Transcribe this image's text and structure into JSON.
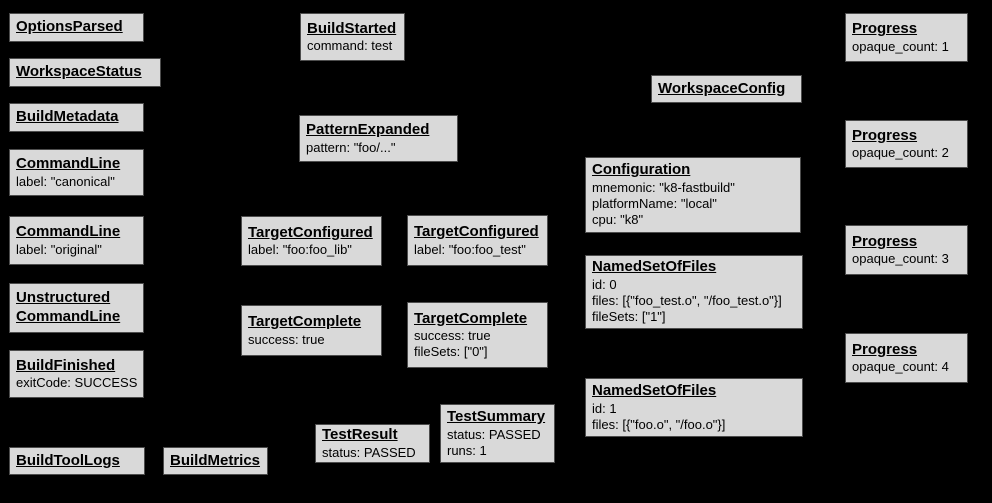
{
  "colors": {
    "background": "#000000",
    "node_fill": "#d9d9d9",
    "node_border": "#4d4d4d",
    "text": "#000000"
  },
  "nodes": {
    "options_parsed": {
      "title": "OptionsParsed"
    },
    "workspace_status": {
      "title": "WorkspaceStatus"
    },
    "build_metadata": {
      "title": "BuildMetadata"
    },
    "command_line_canonical": {
      "title": "CommandLine",
      "line1": "label: \"canonical\""
    },
    "command_line_original": {
      "title": "CommandLine",
      "line1": "label: \"original\""
    },
    "unstructured_command_line": {
      "title_line1": "Unstructured",
      "title_line2": "CommandLine"
    },
    "build_finished": {
      "title": "BuildFinished",
      "line1": "exitCode: SUCCESS"
    },
    "build_tool_logs": {
      "title": "BuildToolLogs"
    },
    "build_metrics": {
      "title": "BuildMetrics"
    },
    "build_started": {
      "title": "BuildStarted",
      "line1": "command: test"
    },
    "pattern_expanded": {
      "title": "PatternExpanded",
      "line1": "pattern: \"foo/...\""
    },
    "target_configured_lib": {
      "title": "TargetConfigured",
      "line1": "label: \"foo:foo_lib\""
    },
    "target_configured_test": {
      "title": "TargetConfigured",
      "line1": "label: \"foo:foo_test\""
    },
    "target_complete_lib": {
      "title": "TargetComplete",
      "line1": "success: true"
    },
    "target_complete_test": {
      "title": "TargetComplete",
      "line1": "success: true",
      "line2": "fileSets: [\"0\"]"
    },
    "test_result": {
      "title": "TestResult",
      "line1": "status: PASSED"
    },
    "test_summary": {
      "title": "TestSummary",
      "line1": "status: PASSED",
      "line2": "runs: 1"
    },
    "workspace_config": {
      "title": "WorkspaceConfig"
    },
    "configuration": {
      "title": "Configuration",
      "line1": "mnemonic: \"k8-fastbuild\"",
      "line2": "platformName: \"local\"",
      "line3": "cpu: \"k8\""
    },
    "named_set_of_files_0": {
      "title": "NamedSetOfFiles",
      "line1": "id: 0",
      "line2": "files: [{\"foo_test.o\", \"/foo_test.o\"}]",
      "line3": "fileSets: [\"1\"]"
    },
    "named_set_of_files_1": {
      "title": "NamedSetOfFiles",
      "line1": "id: 1",
      "line2": "files: [{\"foo.o\", \"/foo.o\"}]"
    },
    "progress_1": {
      "title": "Progress",
      "line1": "opaque_count: 1"
    },
    "progress_2": {
      "title": "Progress",
      "line1": "opaque_count: 2"
    },
    "progress_3": {
      "title": "Progress",
      "line1": "opaque_count: 3"
    },
    "progress_4": {
      "title": "Progress",
      "line1": "opaque_count: 4"
    }
  }
}
